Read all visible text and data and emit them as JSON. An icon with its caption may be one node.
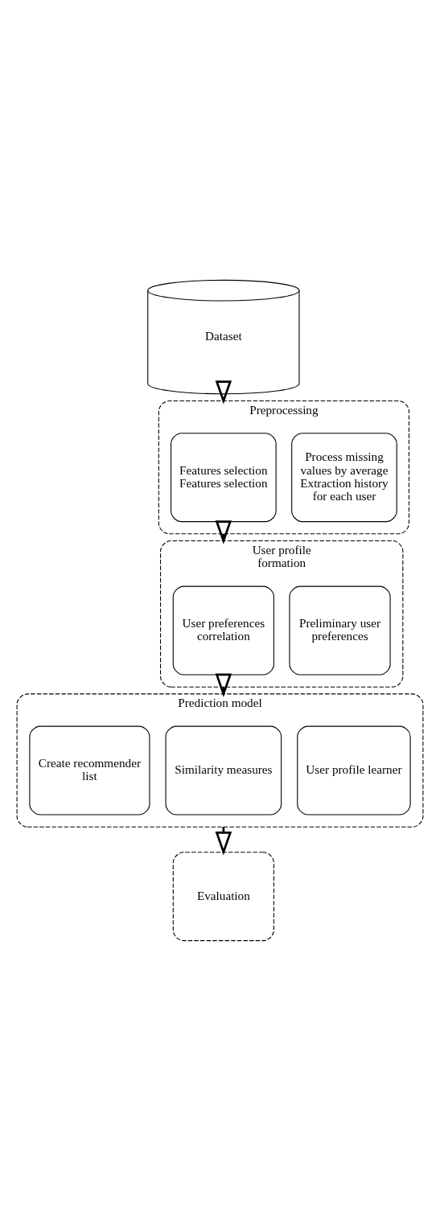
{
  "diagram": {
    "nodes": [
      {
        "text": [
          "Dataset"
        ]
      },
      {
        "text": [
          "Preprocessing"
        ]
      },
      {
        "text": [
          "Process missing values by average Extraction history for each user"
        ],
        "in": 1
      },
      {
        "text": [
          "Features selection Features selection"
        ],
        "in": 1
      },
      {
        "text": [
          "User profile formation"
        ]
      },
      {
        "text": [
          "Preliminary user preferences"
        ],
        "in": 4
      },
      {
        "text": [
          "User preferences correlation"
        ],
        "in": 4
      },
      {
        "text": [
          "Prediction model"
        ]
      },
      {
        "text": [
          "User profile learner"
        ],
        "in": 7
      },
      {
        "text": [
          "Similarity measures"
        ],
        "in": 7
      },
      {
        "text": [
          "Create recommender list"
        ],
        "in": 7
      },
      {
        "text": [
          "Evaluation"
        ]
      }
    ],
    "edges": [
      {
        "from": 0,
        "to": 1,
        "arrow": "to"
      },
      {
        "from": 1,
        "to": 4,
        "arrow": "to"
      },
      {
        "from": 4,
        "to": 7,
        "arrow": "to"
      },
      {
        "from": 7,
        "to": 11,
        "arrow": "to"
      }
    ]
  }
}
